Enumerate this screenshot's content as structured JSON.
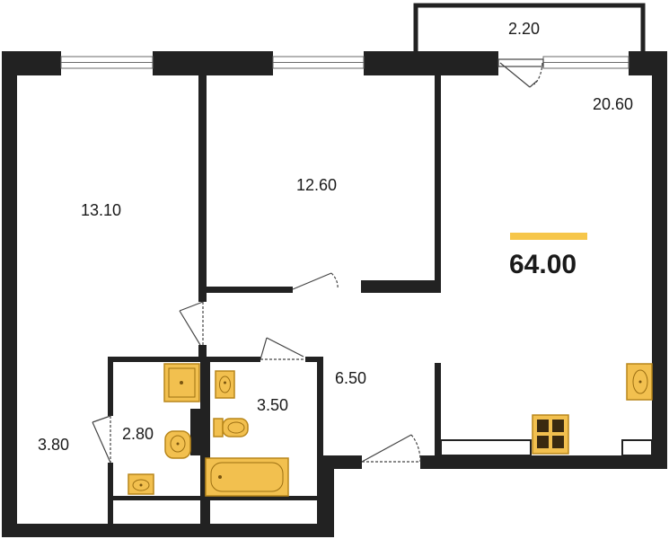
{
  "colors": {
    "wall": "#222222",
    "fixture_fill": "#f2c04f",
    "fixture_stroke": "#b8861a",
    "accent_bar": "#f6c64a",
    "door_line": "#444444",
    "window_line": "#6a6a6a"
  },
  "plan": {
    "total_area": "64.00",
    "rooms": [
      {
        "id": "balcony",
        "area": "2.20"
      },
      {
        "id": "living",
        "area": "20.60"
      },
      {
        "id": "bedroom-2",
        "area": "12.60"
      },
      {
        "id": "bedroom-1",
        "area": "13.10"
      },
      {
        "id": "hallway",
        "area": "6.50"
      },
      {
        "id": "bathroom",
        "area": "3.50"
      },
      {
        "id": "toilet",
        "area": "2.80"
      },
      {
        "id": "corridor",
        "area": "3.80"
      }
    ]
  }
}
